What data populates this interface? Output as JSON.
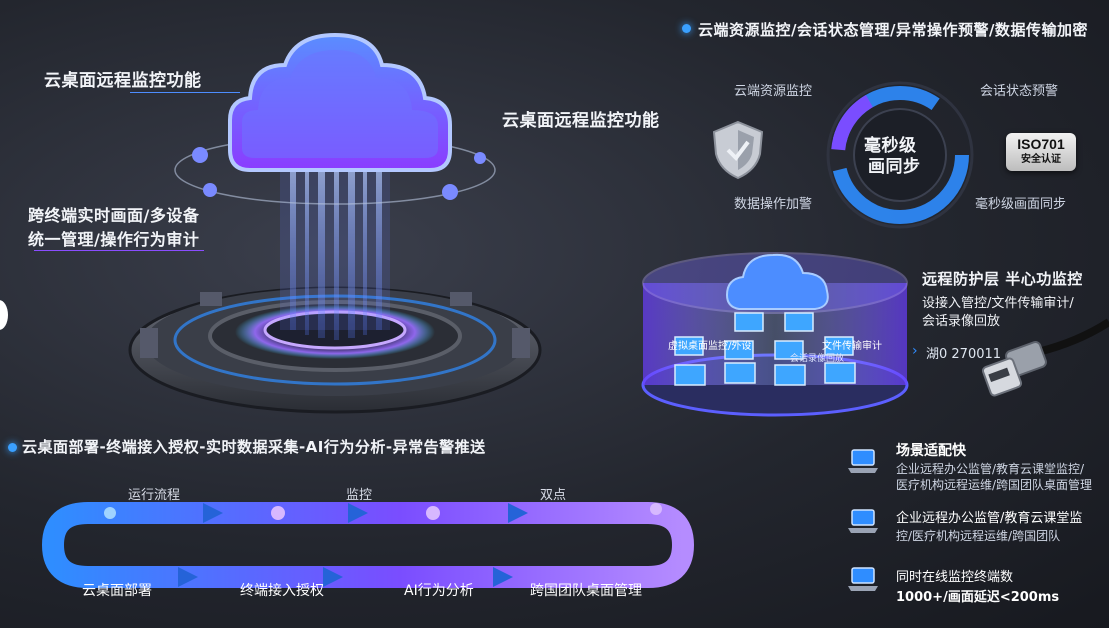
{
  "left": {
    "label_top": "云桌面远程监控功能",
    "label_mid": "云桌面远程监控功能",
    "label_bottom_1": "跨终端实时画面/多设备",
    "label_bottom_2": "统一管理/操作行为审计"
  },
  "header": {
    "title": "云端资源监控/会话状态管理/异常操作预警/数据传输加密"
  },
  "ring": {
    "center_1": "毫秒级",
    "center_2": "画同步",
    "tl": "云端资源监控",
    "tr": "会话状态预警",
    "bl": "数据操作加警",
    "br": "毫秒级画面同步",
    "badge_1": "ISO701",
    "badge_2": "安全认证"
  },
  "cylinder": {
    "label_left": "虚拟桌面监控/外设",
    "label_right": "文件传输审计",
    "label_under": "会话录像回放"
  },
  "remote": {
    "title": "远程防护层 半心功监控",
    "line_1": "设接入管控/文件传输审计/",
    "line_2": "会话录像回放",
    "counter": "湖0 270011"
  },
  "pipeline": {
    "title": "云桌面部署-终端接入授权-实时数据采集-AI行为分析-异常告警推送",
    "top_labels": [
      "运行流程",
      "监控",
      "双点"
    ],
    "bottom_labels": [
      "云桌面部署",
      "终端接入授权",
      "AI行为分析",
      "跨国团队桌面管理"
    ]
  },
  "features": [
    {
      "icon": "laptop-icon",
      "title": "场景适配快",
      "line_1": "企业远程办公监管/教育云课堂监控/",
      "line_2": "医疗机构远程运维/跨国团队桌面管理"
    },
    {
      "icon": "laptop-icon",
      "title": "",
      "line_1": "企业远程办公监管/教育云课堂监",
      "line_2": "控/医疗机构远程运维/跨国团队"
    },
    {
      "icon": "laptop-icon",
      "title": "同时在线监控终端数",
      "line_1": "1000+/画面延迟<200ms",
      "line_2": ""
    }
  ],
  "colors": {
    "accent_blue": "#2f8dff",
    "accent_purple": "#8a4dff",
    "background": "#23262e"
  }
}
